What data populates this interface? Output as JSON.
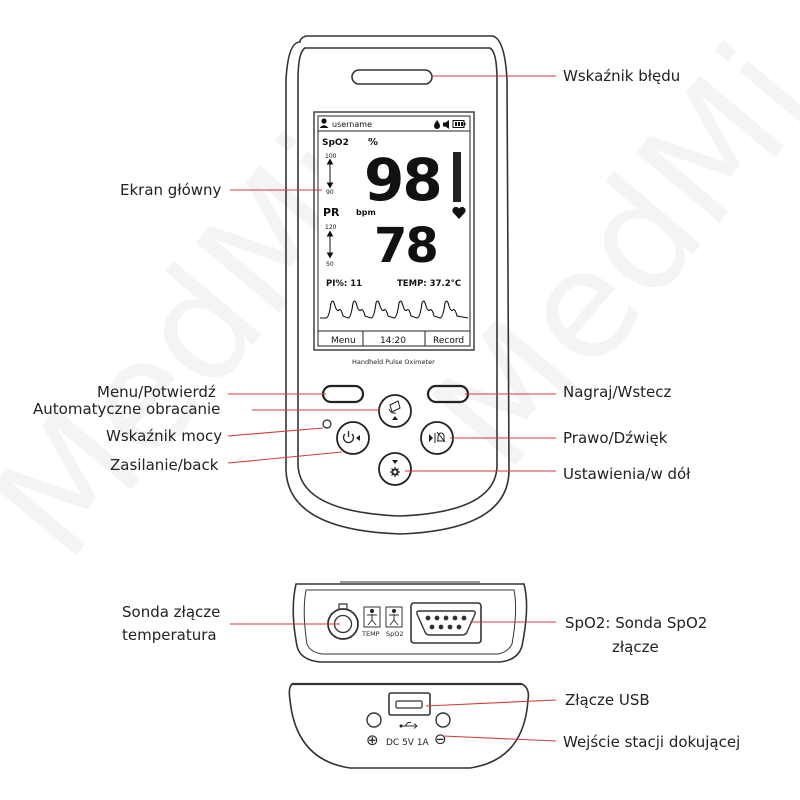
{
  "watermark": "MedMi",
  "device": {
    "screen": {
      "username": "username",
      "spo2_label": "SpO2",
      "spo2_unit": "%",
      "spo2_value": "98",
      "spo2_range_high": "100",
      "spo2_range_low": "90",
      "pr_label": "PR",
      "pr_unit": "bpm",
      "pr_value": "78",
      "pr_range_high": "120",
      "pr_range_low": "50",
      "pi_text": "PI%: 11",
      "temp_text": "TEMP: 37.2°C",
      "softkey_left": "Menu",
      "clock": "14:20",
      "softkey_right": "Record"
    },
    "model_text": "Handheld Pulse Oximeter",
    "bottom_ports": {
      "temp_label": "TEMP",
      "spo2_label": "SpO2"
    },
    "dock": {
      "power_text": "DC 5V 1A",
      "plus_symbol": "⊕",
      "minus_symbol": "⊖"
    }
  },
  "callouts": {
    "error_indicator": "Wskaźnik błędu",
    "main_screen": "Ekran główny",
    "menu_confirm": "Menu/Potwierdź",
    "auto_rotate": "Automatyczne obracanie",
    "power_indicator": "Wskaźnik mocy",
    "power_back": "Zasilanie/back",
    "record_back": "Nagraj/Wstecz",
    "right_sound": "Prawo/Dźwięk",
    "settings_down": "Ustawienia/w dół",
    "temp_probe_line1": "Sonda złącze",
    "temp_probe_line2": "temperatura",
    "spo2_probe_line1": "SpO2: Sonda SpO2",
    "spo2_probe_line2": "złącze",
    "usb_port": "Złącze USB",
    "dock_input": "Wejście stacji dokującej"
  },
  "colors": {
    "callout_line": "#d23a3a",
    "outline": "#333333",
    "screen_text": "#111111"
  },
  "icons": [
    "person-icon",
    "drop-icon",
    "speaker-icon",
    "battery-icon",
    "heart-icon",
    "power-icon",
    "rotate-icon",
    "bell-icon",
    "gear-icon",
    "usb-icon",
    "temp-probe-icon",
    "db9-connector-icon"
  ]
}
